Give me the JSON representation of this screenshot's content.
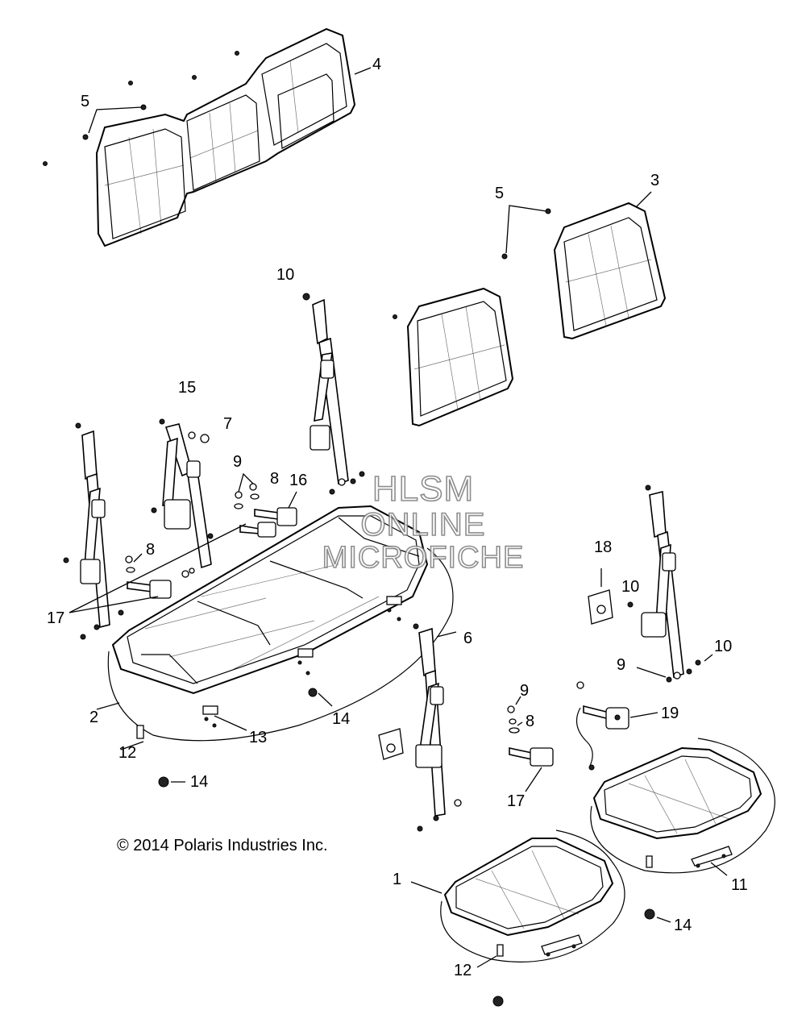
{
  "callouts": [
    {
      "id": "c4",
      "text": "4"
    },
    {
      "id": "c5a",
      "text": "5"
    },
    {
      "id": "c3",
      "text": "3"
    },
    {
      "id": "c5b",
      "text": "5"
    },
    {
      "id": "c10a",
      "text": "10"
    },
    {
      "id": "c15",
      "text": "15"
    },
    {
      "id": "c7",
      "text": "7"
    },
    {
      "id": "c9a",
      "text": "9"
    },
    {
      "id": "c8a",
      "text": "8"
    },
    {
      "id": "c16",
      "text": "16"
    },
    {
      "id": "c8b",
      "text": "8"
    },
    {
      "id": "c17a",
      "text": "17"
    },
    {
      "id": "c18",
      "text": "18"
    },
    {
      "id": "c10b",
      "text": "10"
    },
    {
      "id": "c10c",
      "text": "10"
    },
    {
      "id": "c9b",
      "text": "9"
    },
    {
      "id": "c6",
      "text": "6"
    },
    {
      "id": "c2",
      "text": "2"
    },
    {
      "id": "c14a",
      "text": "14"
    },
    {
      "id": "c13",
      "text": "13"
    },
    {
      "id": "c12a",
      "text": "12"
    },
    {
      "id": "c14b",
      "text": "14"
    },
    {
      "id": "c9c",
      "text": "9"
    },
    {
      "id": "c8c",
      "text": "8"
    },
    {
      "id": "c19",
      "text": "19"
    },
    {
      "id": "c17b",
      "text": "17"
    },
    {
      "id": "c1",
      "text": "1"
    },
    {
      "id": "c11",
      "text": "11"
    },
    {
      "id": "c14c",
      "text": "14"
    },
    {
      "id": "c12b",
      "text": "12"
    }
  ],
  "copyright": "© 2014 Polaris Industries Inc.",
  "watermark": {
    "line1": "HLSM",
    "line2": "ONLINE",
    "line3": "MICROFICHE"
  }
}
